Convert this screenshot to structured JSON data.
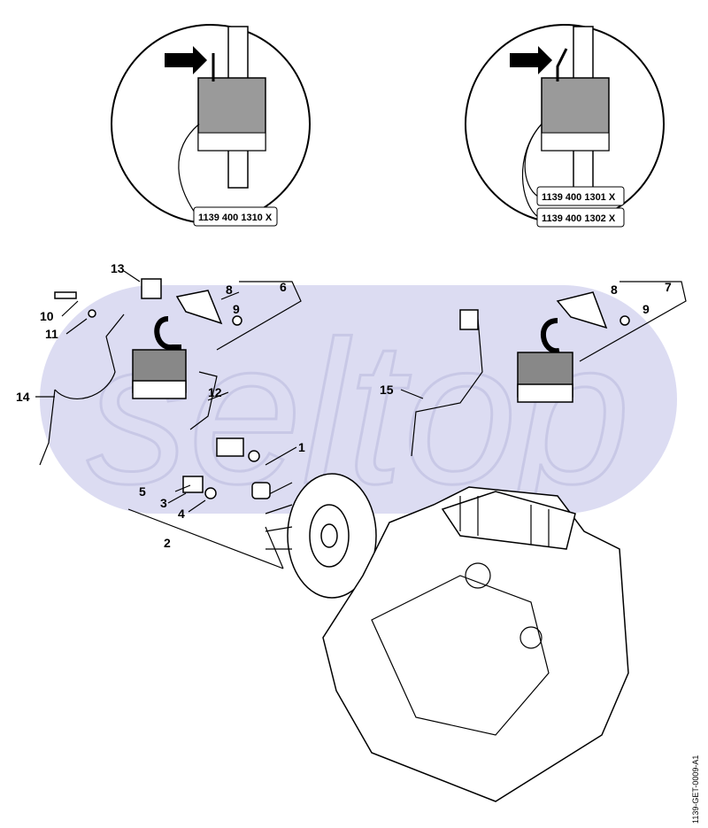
{
  "diagram": {
    "watermark": "seltop",
    "drawing_id": "1139-GET-0009-A1",
    "detail_left": {
      "part_numbers": [
        "1139 400 1310 X"
      ]
    },
    "detail_right": {
      "part_numbers": [
        "1139 400 1301 X",
        "1139 400 1302 X"
      ]
    },
    "callouts": {
      "c1": "1",
      "c2": "2",
      "c3": "3",
      "c4": "4",
      "c5": "5",
      "c6": "6",
      "c7": "7",
      "c8a": "8",
      "c8b": "8",
      "c9a": "9",
      "c9b": "9",
      "c10": "10",
      "c11": "11",
      "c12": "12",
      "c13": "13",
      "c14": "14",
      "c15": "15"
    },
    "colors": {
      "watermark": "#dcdcf2",
      "line": "#000000",
      "coil_fill": "#8a8a8a"
    }
  }
}
